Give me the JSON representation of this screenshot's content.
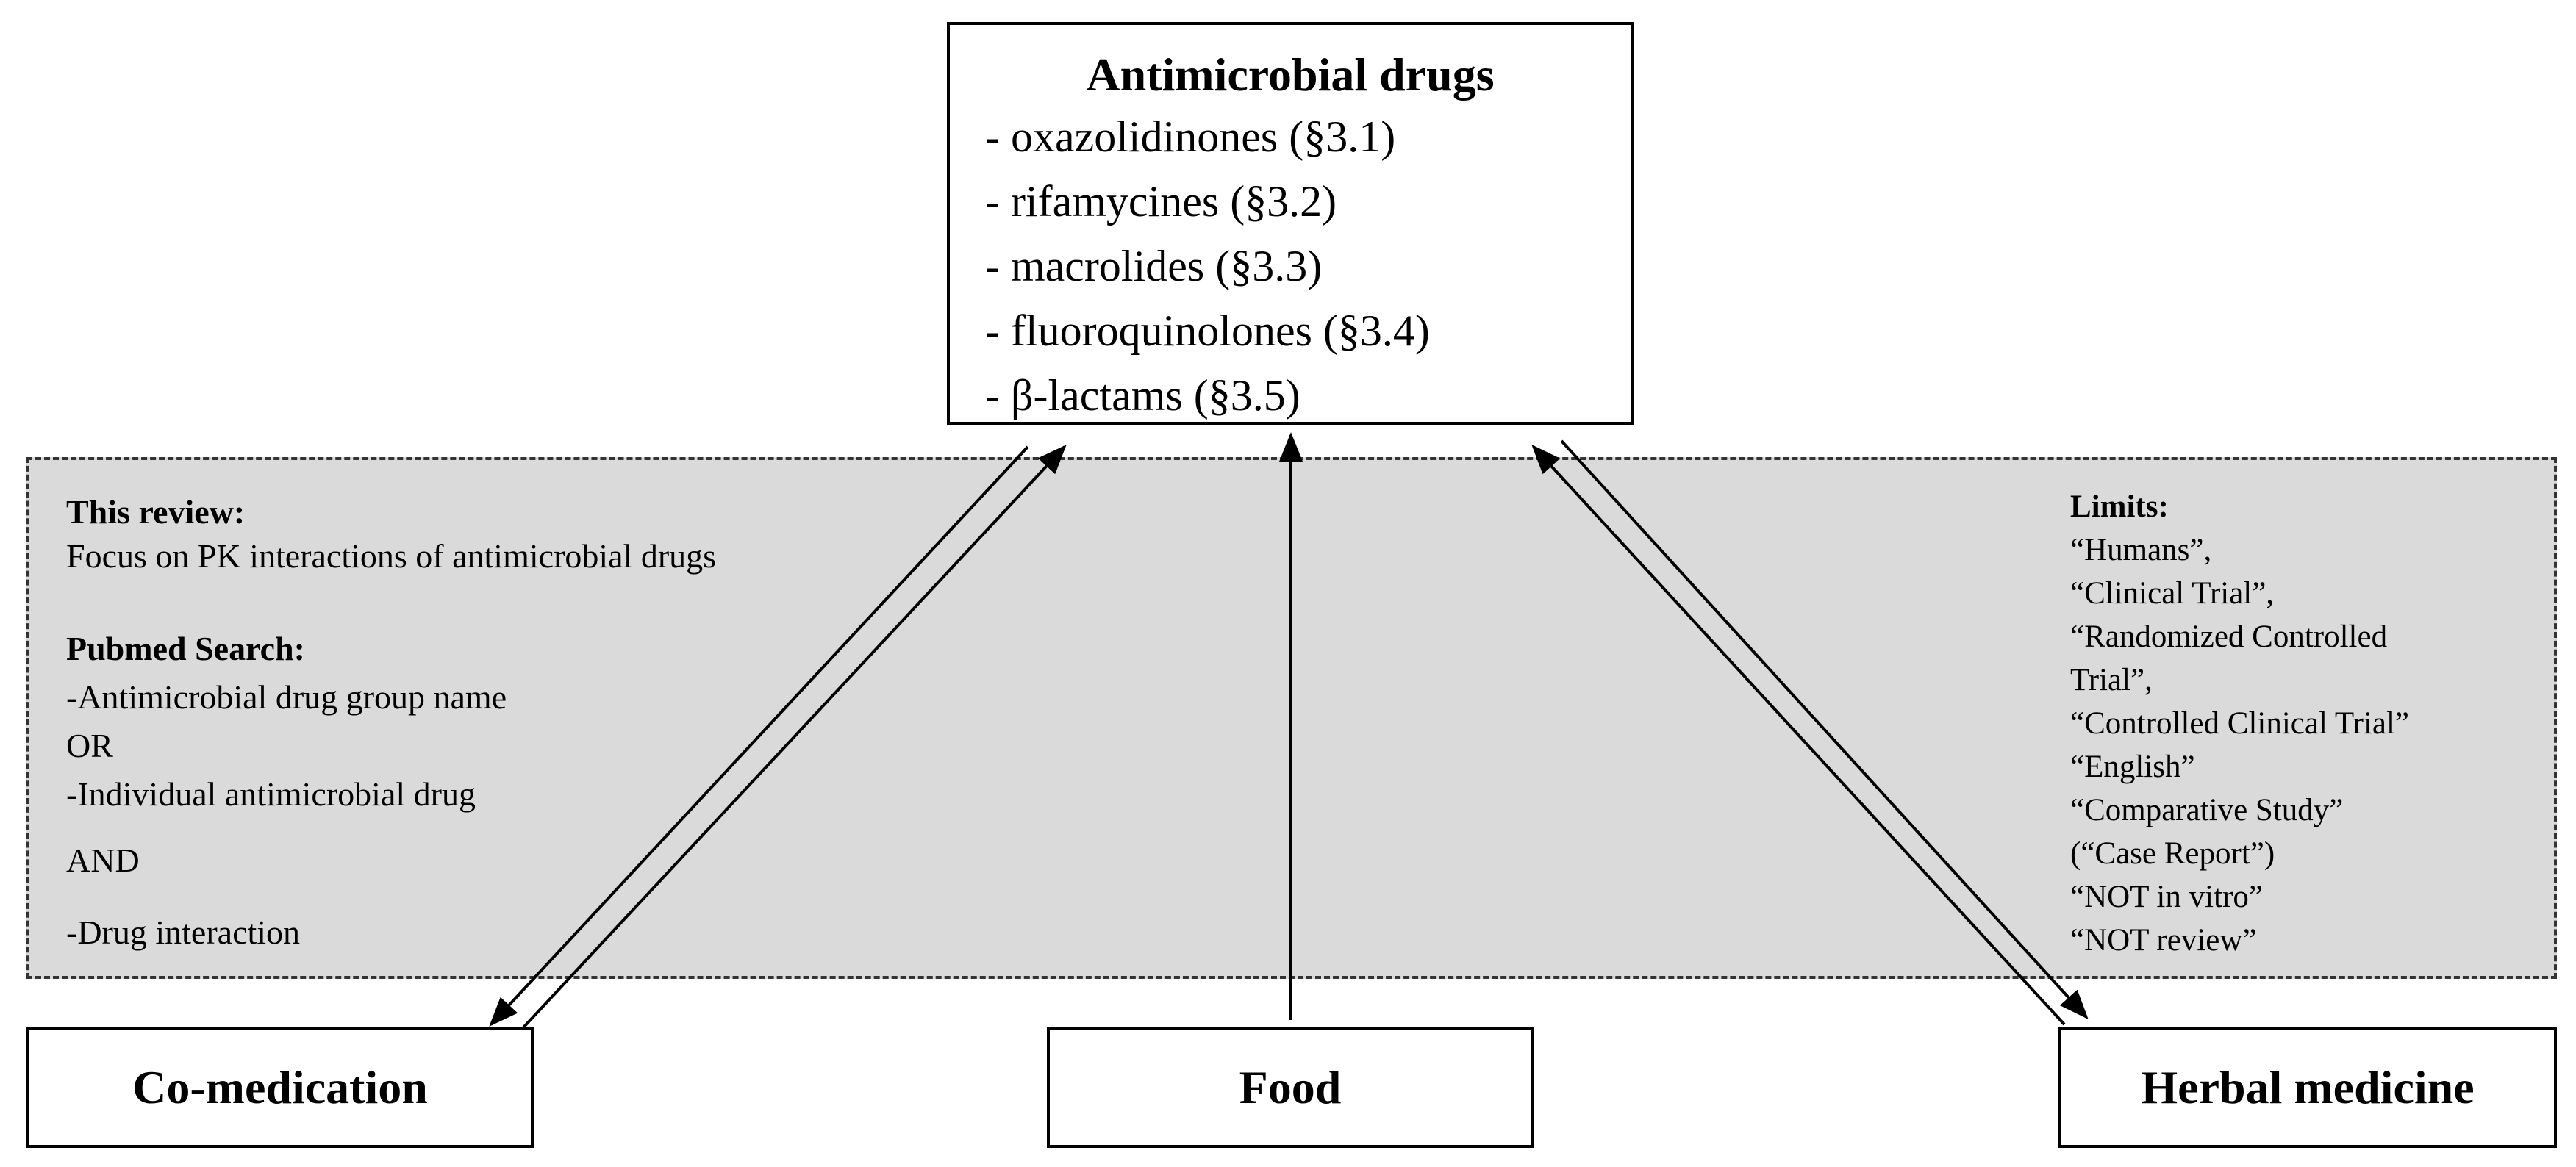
{
  "antimicrobial_box": {
    "title": "Antimicrobial drugs",
    "items": [
      "- oxazolidinones (§3.1)",
      "- rifamycines (§3.2)",
      "- macrolides (§3.3)",
      "- fluoroquinolones (§3.4)",
      "- β-lactams (§3.5)"
    ]
  },
  "review": {
    "heading": "This review:",
    "text": "Focus on PK interactions of antimicrobial drugs"
  },
  "pubmed": {
    "heading": "Pubmed Search:",
    "lines": [
      "-Antimicrobial drug group name",
      "OR",
      "-Individual antimicrobial drug",
      "AND",
      "-Drug interaction"
    ]
  },
  "limits": {
    "heading": "Limits:",
    "items": [
      "“Humans”,",
      "“Clinical Trial”,",
      "“Randomized Controlled",
      "Trial”,",
      "“Controlled Clinical Trial”",
      "“English”",
      "“Comparative Study”",
      "(“Case Report”)",
      "“NOT in vitro”",
      "“NOT review”"
    ]
  },
  "bottom_boxes": {
    "comedication": "Co-medication",
    "food": "Food",
    "herbal": "Herbal medicine"
  }
}
